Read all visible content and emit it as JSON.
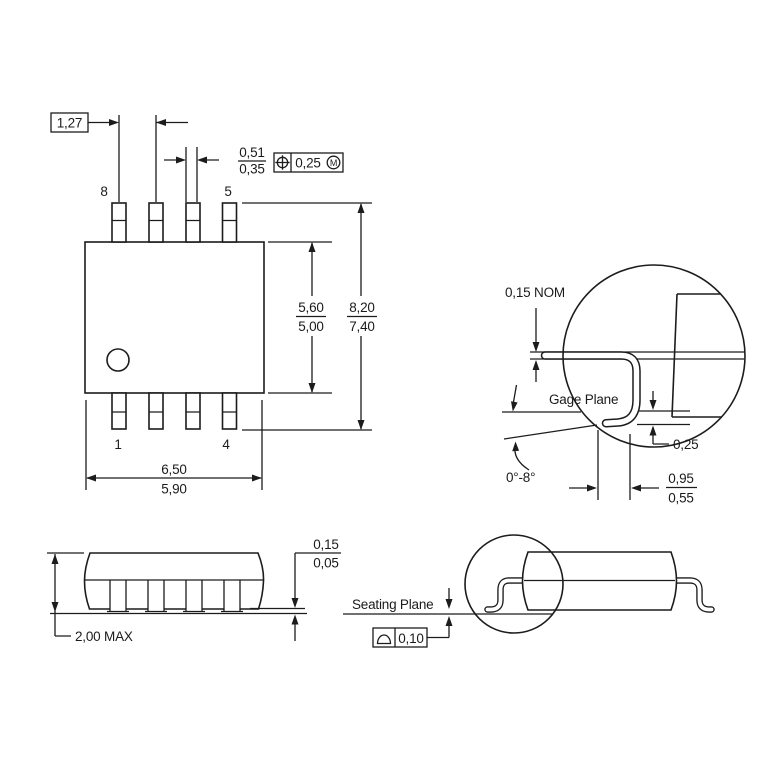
{
  "title": "SOIC-8 package outline mechanical drawing",
  "top_view": {
    "pitch": "1,27",
    "lead_width_max": "0,51",
    "lead_width_min": "0,35",
    "position_tolerance": "0,25",
    "material_modifier": "M",
    "pin_top_left": "8",
    "pin_top_right": "5",
    "pin_bottom_left": "1",
    "pin_bottom_right": "4",
    "body_width_max": "5,60",
    "body_width_min": "5,00",
    "overall_width_max": "8,20",
    "overall_width_min": "7,40",
    "body_length_max": "6,50",
    "body_length_min": "5,90"
  },
  "lead_detail": {
    "lead_thickness": "0,15 NOM",
    "gage_plane": "Gage Plane",
    "gage_offset": "0,25",
    "lead_angle": "0°-8°",
    "foot_length_max": "0,95",
    "foot_length_min": "0,55"
  },
  "side_view": {
    "max_height": "2,00 MAX",
    "standoff_max": "0,15",
    "standoff_min": "0,05"
  },
  "end_view": {
    "seating_plane": "Seating Plane",
    "coplanarity": "0,10"
  },
  "colors": {
    "line": "#1c1c1c",
    "background": "#ffffff"
  }
}
